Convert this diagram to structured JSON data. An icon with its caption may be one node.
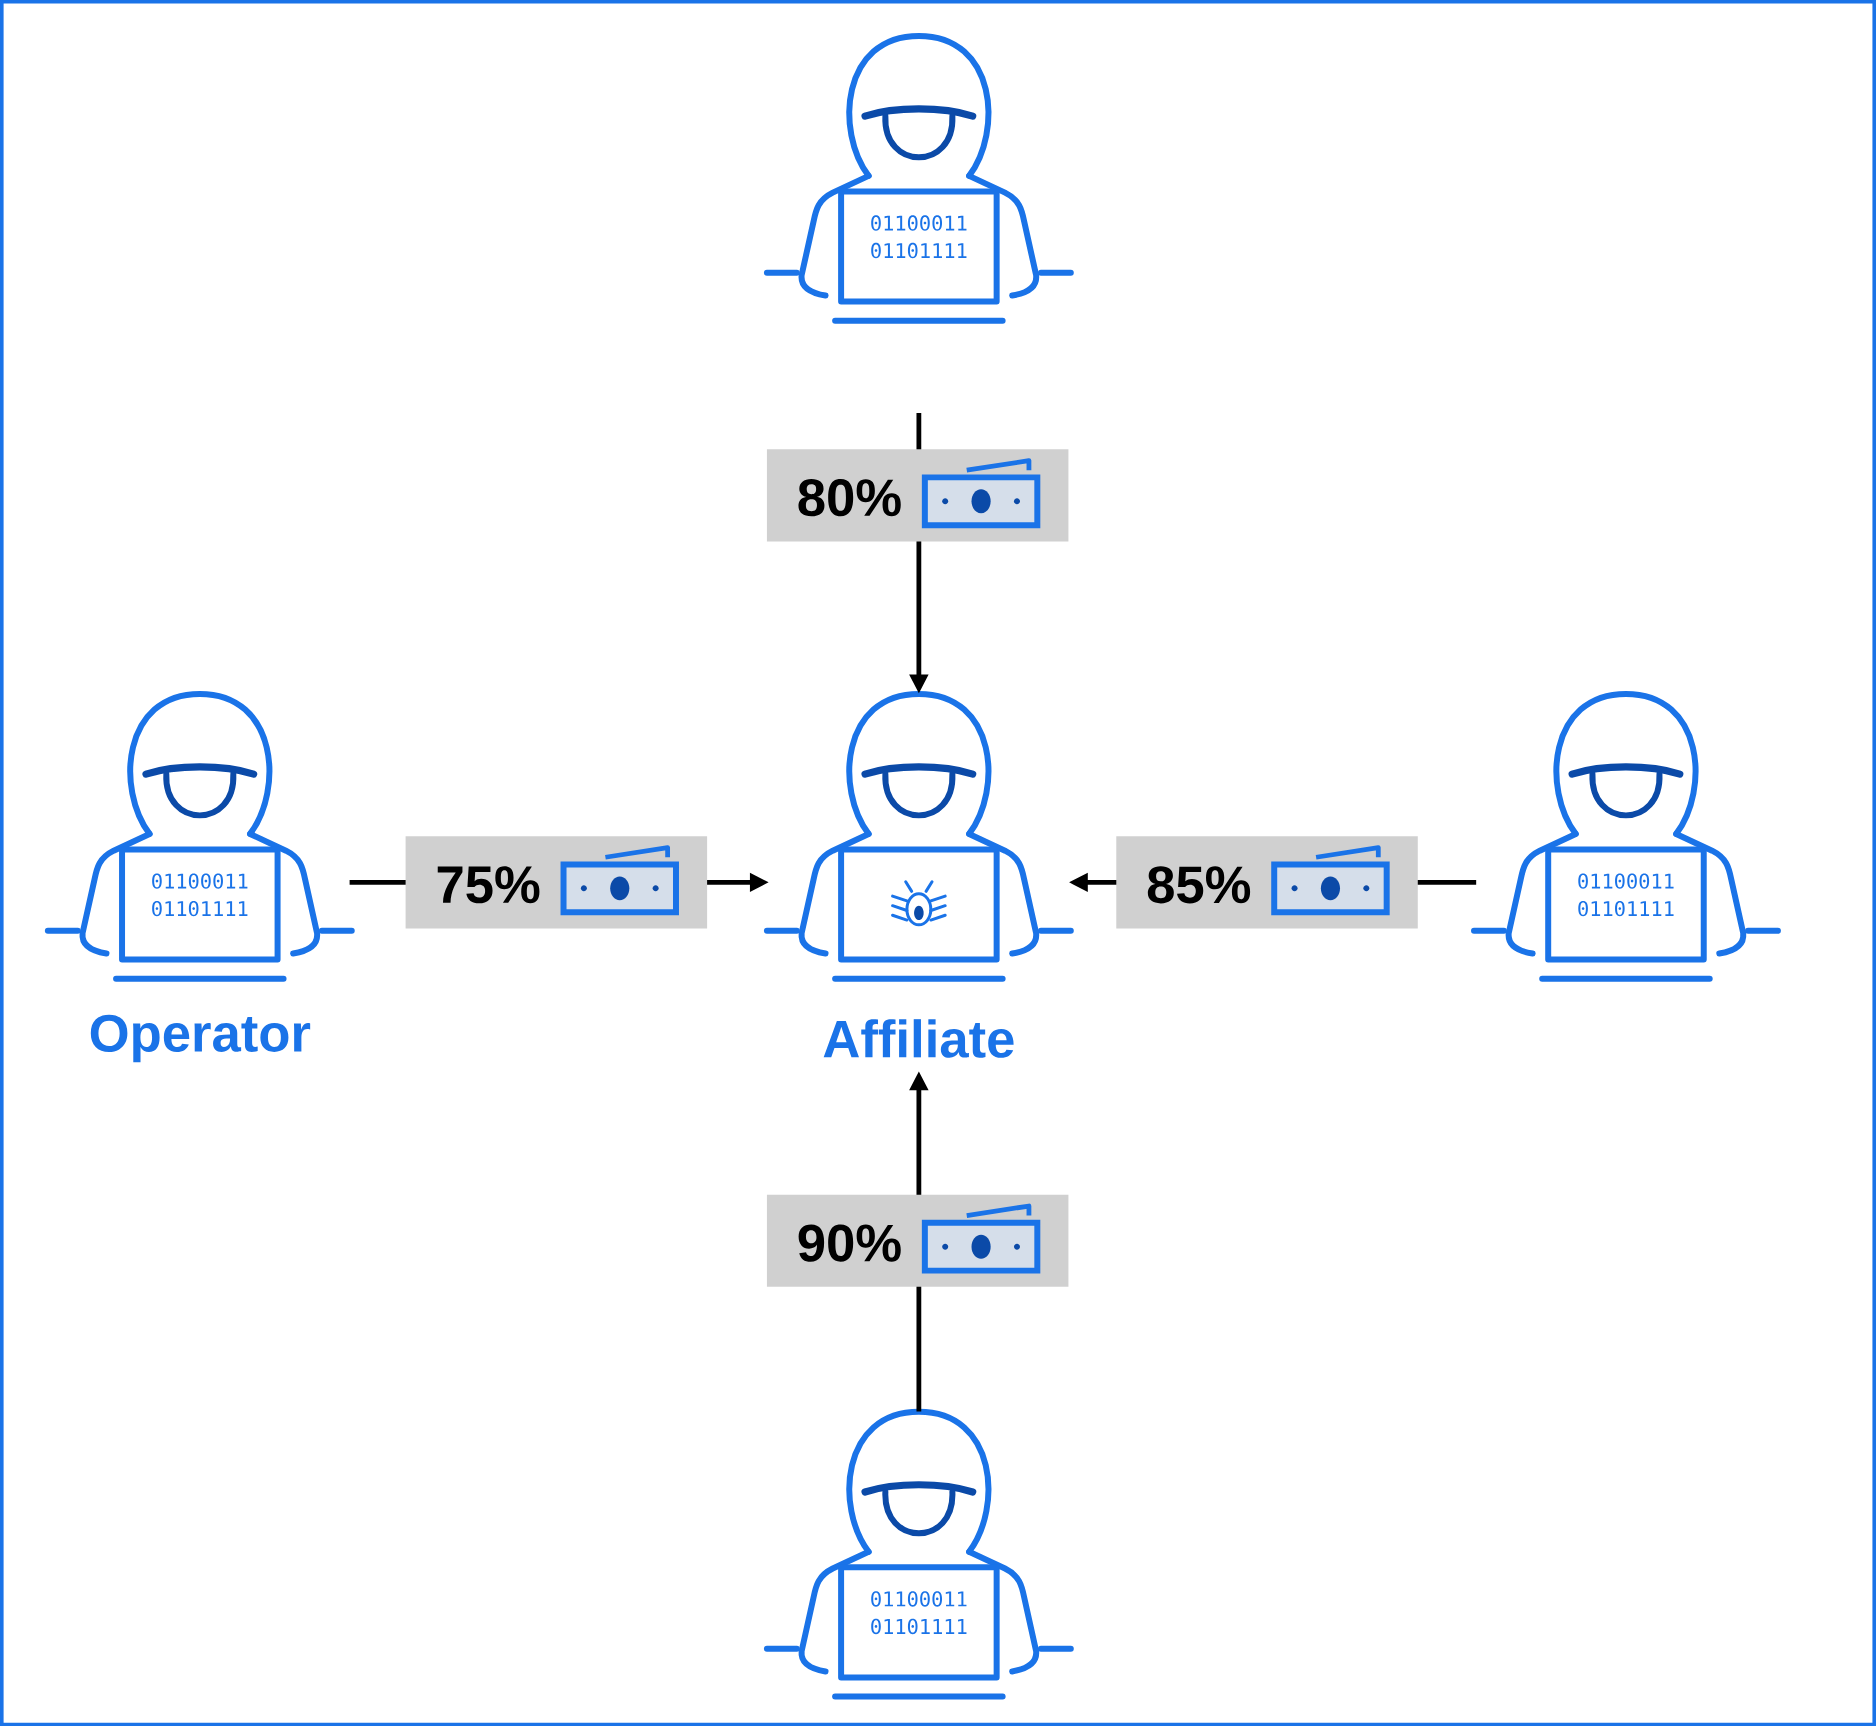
{
  "diagram": {
    "nodes": [
      {
        "text": [
          "01100011 01101111"
        ]
      },
      {
        "text": [
          "01100011 01101111"
        ],
        "beside": [
          "Operator"
        ]
      },
      {
        "text": [],
        "shape": "person",
        "beside": [
          "Affiliate"
        ]
      },
      {
        "text": [
          "01100011 01101111"
        ]
      },
      {
        "text": [
          "01100011 01101111"
        ]
      }
    ],
    "edges": [
      {
        "from": 0,
        "to": 2,
        "arrow": "to",
        "label": "80%"
      },
      {
        "from": 1,
        "to": 2,
        "arrow": "to",
        "label": "75%"
      },
      {
        "from": 3,
        "to": 2,
        "arrow": "to",
        "label": "85%"
      },
      {
        "from": 4,
        "to": 2,
        "arrow": "to",
        "label": "90%"
      }
    ]
  }
}
